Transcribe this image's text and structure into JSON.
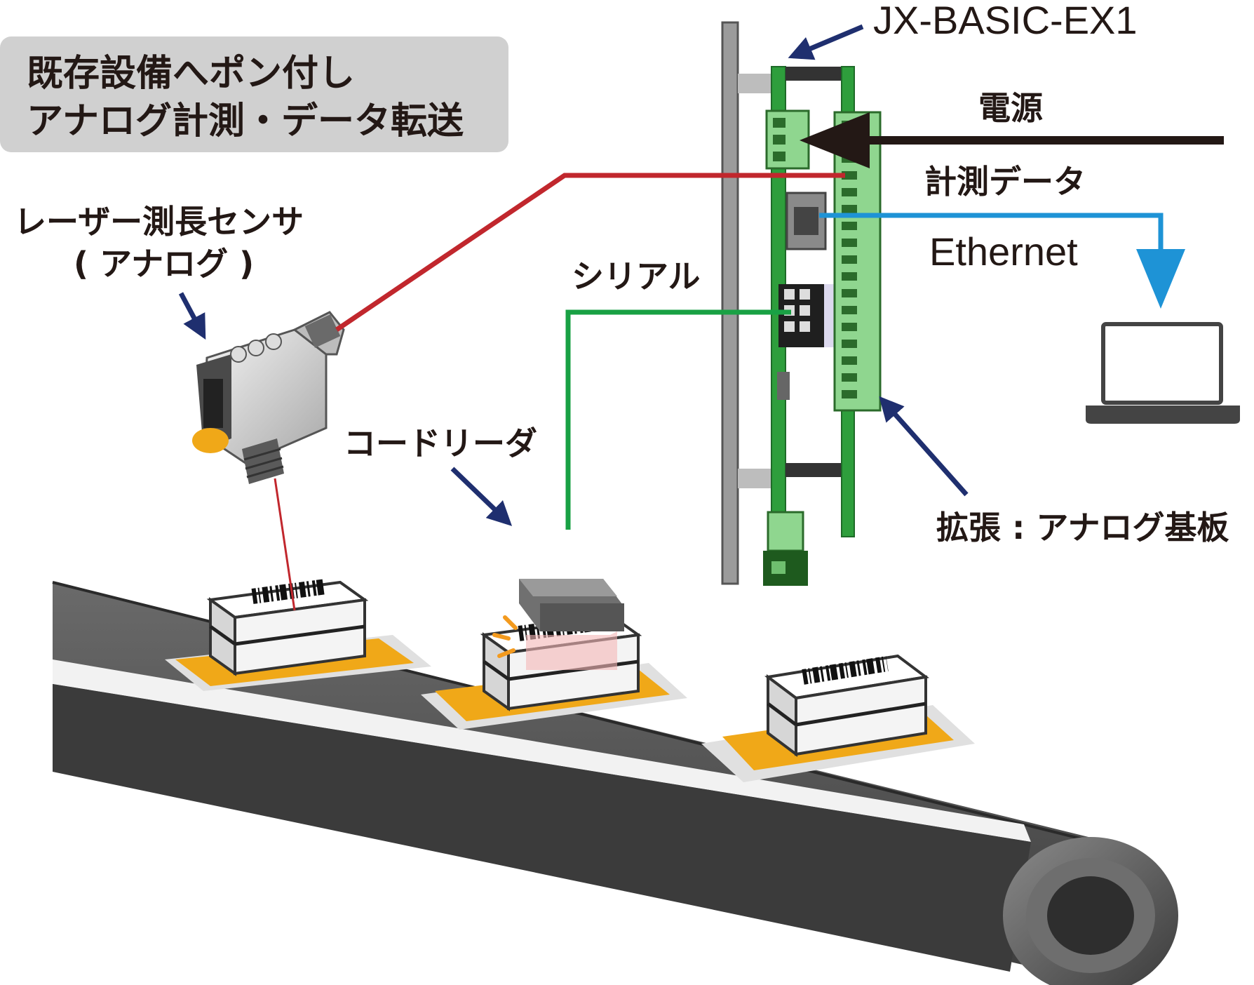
{
  "callout": {
    "line1": "既存設備へポン付し",
    "line2": "アナログ計測・データ転送"
  },
  "labels": {
    "board": "JX-BASIC-EX1",
    "power": "電源",
    "measure_data": "計測データ",
    "ethernet": "Ethernet",
    "serial": "シリアル",
    "sensor_line1": "レーザー測長センサ",
    "sensor_line2": "( アナログ )",
    "code_reader": "コードリーダ",
    "expansion": "拡張 : アナログ基板"
  },
  "colors": {
    "analog_line": "#c1272d",
    "serial_line": "#19a144",
    "ethernet_line": "#1e93d6",
    "power_line": "#231815",
    "pointer_arrow": "#1f2f6f",
    "board_green": "#2e9e3c",
    "terminal_green": "#8fd68f",
    "belt": "#555555",
    "pad": "#f0a818",
    "callout_bg": "#d0d0d0"
  }
}
